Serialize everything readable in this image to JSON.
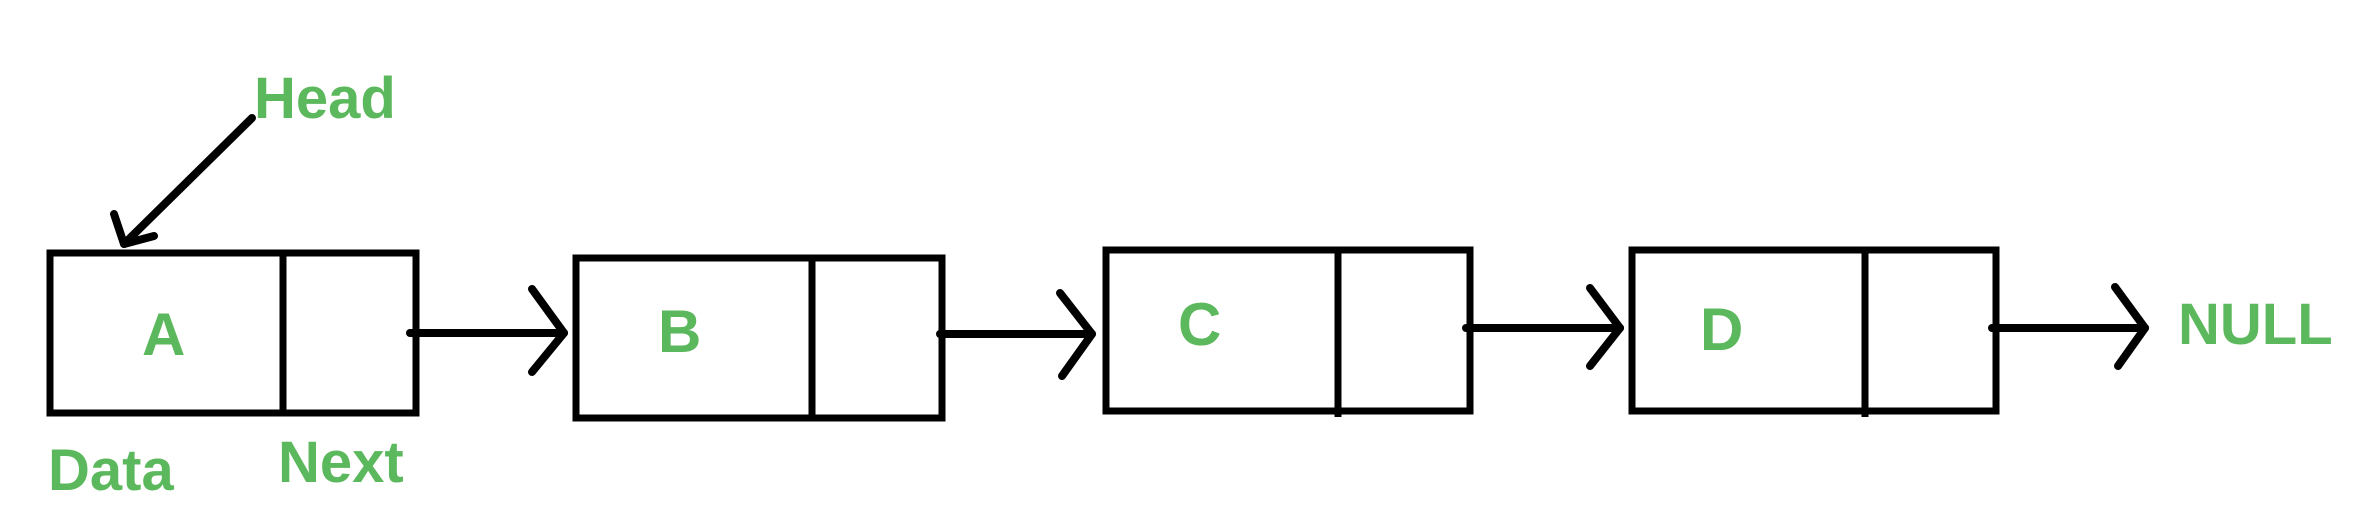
{
  "diagram": {
    "head_label": "Head",
    "data_label": "Data",
    "next_label": "Next",
    "null_label": "NULL",
    "nodes": [
      {
        "data": "A"
      },
      {
        "data": "B"
      },
      {
        "data": "C"
      },
      {
        "data": "D"
      }
    ]
  },
  "colors": {
    "label_green": "#5cb85c",
    "stroke": "#000000",
    "background": "#ffffff"
  }
}
